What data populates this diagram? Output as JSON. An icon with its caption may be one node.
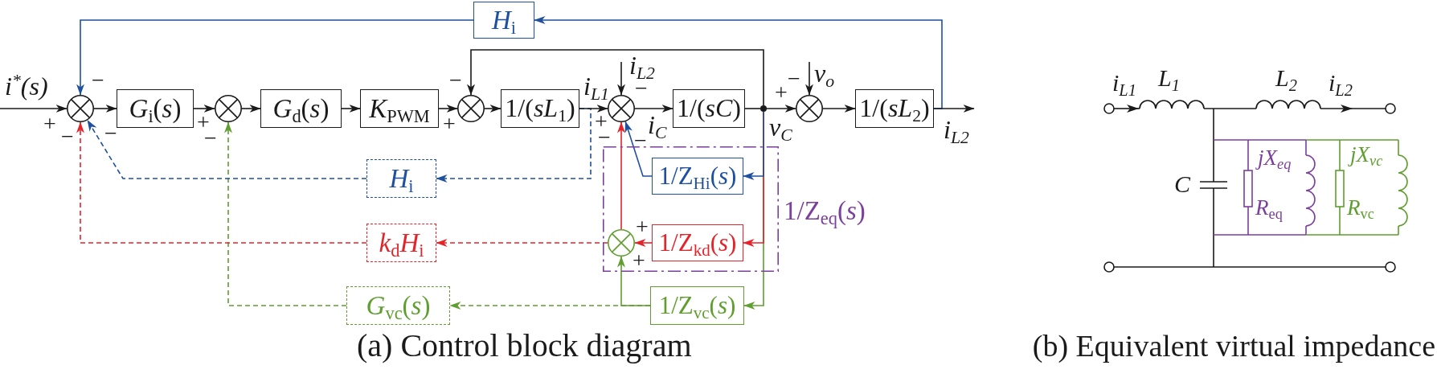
{
  "diagram": {
    "nodes": [
      {
        "text": [
          "*H*$_{i}$"
        ]
      },
      {
        "text": [],
        "shape": "circle",
        "beside": [
          "−",
          "+",
          "−",
          "−"
        ]
      },
      {
        "text": [
          "*G*$_{i}$(*s*)"
        ]
      },
      {
        "text": [],
        "shape": "circle",
        "beside": [
          "+",
          "−"
        ]
      },
      {
        "text": [
          "*G*$_{d}$(*s*)"
        ]
      },
      {
        "text": [
          "*K*$_{PWM}$"
        ]
      },
      {
        "text": [],
        "shape": "circle",
        "beside": [
          "−",
          "+"
        ]
      },
      {
        "text": [
          "1/(*sL*$_{1}$)"
        ]
      },
      {
        "text": [],
        "shape": "circle",
        "beside": [
          "−",
          "+",
          "−",
          "−"
        ]
      },
      {
        "text": [
          "1/(*sC*)"
        ]
      },
      {
        "text": [],
        "shape": "dot"
      },
      {
        "text": [],
        "shape": "circle",
        "beside": [
          "+",
          "−"
        ]
      },
      {
        "text": [
          "1/(*sL*$_{2}$)"
        ]
      },
      {
        "text": [
          "*H*$_{i}$"
        ]
      },
      {
        "text": [
          "1/Z$_{eq}$(*s*)"
        ]
      },
      {
        "text": [
          "1/Z$_{Hi}$(*s*)"
        ],
        "in": 14
      },
      {
        "text": [
          "*k*$_{d}$*H*$_{i}$"
        ]
      },
      {
        "text": [],
        "shape": "circle",
        "in": 14,
        "beside": [
          "+",
          "+"
        ]
      },
      {
        "text": [
          "1/Z$_{kd}$(*s*)"
        ],
        "in": 14
      },
      {
        "text": [
          "*G*$_{vc}$(*s*)"
        ]
      },
      {
        "text": [
          "1/Z$_{vc}$(*s*)"
        ]
      }
    ],
    "edges": [
      {
        "from": null,
        "to": 1,
        "arrow": "to",
        "label": "i$^{*}$(s)"
      },
      {
        "from": 0,
        "to": 1,
        "arrow": "to",
        "color": "#1f4f9f"
      },
      {
        "from": 1,
        "to": 2,
        "arrow": "to"
      },
      {
        "from": 2,
        "to": 3,
        "arrow": "to"
      },
      {
        "from": 3,
        "to": 4,
        "arrow": "to"
      },
      {
        "from": 4,
        "to": 5,
        "arrow": "to"
      },
      {
        "from": 5,
        "to": 6,
        "arrow": "to"
      },
      {
        "from": 6,
        "to": 7,
        "arrow": "to"
      },
      {
        "from": 7,
        "to": 8,
        "arrow": "to",
        "label": "i$_{L1}$"
      },
      {
        "from": 7,
        "to": 13,
        "arrow": "to",
        "style": "dashed",
        "color": "#1f4f9f"
      },
      {
        "from": null,
        "to": 8,
        "arrow": "to",
        "label": "i$_{L2}$"
      },
      {
        "from": 8,
        "to": 9,
        "arrow": "to",
        "label": "i$_{C}$"
      },
      {
        "from": 9,
        "to": 10,
        "arrow": "none"
      },
      {
        "from": 10,
        "to": 11,
        "arrow": "to",
        "label": "v$_{C}$"
      },
      {
        "from": 10,
        "to": 6,
        "arrow": "to"
      },
      {
        "from": 10,
        "to": 15,
        "arrow": "to",
        "color": "#1f4f9f"
      },
      {
        "from": 10,
        "to": 18,
        "arrow": "to",
        "color": "#e3242b"
      },
      {
        "from": 10,
        "to": 20,
        "arrow": "to",
        "color": "#5f9e2f"
      },
      {
        "from": null,
        "to": 11,
        "arrow": "to",
        "label": "v$_{o}$"
      },
      {
        "from": 11,
        "to": 12,
        "arrow": "to"
      },
      {
        "from": 12,
        "to": null,
        "arrow": "to",
        "label": "i$_{L2}$"
      },
      {
        "from": 12,
        "to": 0,
        "arrow": "to",
        "color": "#1f4f9f"
      },
      {
        "from": 13,
        "to": 1,
        "arrow": "to",
        "style": "dashed",
        "color": "#1f4f9f"
      },
      {
        "from": 15,
        "to": 8,
        "arrow": "to",
        "color": "#1f4f9f"
      },
      {
        "from": 18,
        "to": 17,
        "arrow": "to",
        "color": "#e3242b"
      },
      {
        "from": 17,
        "to": 8,
        "arrow": "to",
        "color": "#e3242b"
      },
      {
        "from": 17,
        "to": 16,
        "arrow": "to",
        "style": "dashed",
        "color": "#e3242b"
      },
      {
        "from": 16,
        "to": 1,
        "arrow": "to",
        "style": "dashed",
        "color": "#e3242b"
      },
      {
        "from": 20,
        "to": 17,
        "arrow": "to",
        "color": "#5f9e2f"
      },
      {
        "from": 20,
        "to": 19,
        "arrow": "to",
        "style": "dashed",
        "color": "#5f9e2f"
      },
      {
        "from": 19,
        "to": 3,
        "arrow": "to",
        "style": "dashed",
        "color": "#5f9e2f"
      }
    ],
    "labels": [
      "i$_{L1}$",
      "L$_{1}$",
      "L$_{2}$",
      "i$_{L2}$",
      "C",
      "jX$_{eq}$",
      "*R*$_{eq}$",
      "jX$_{vc}$",
      "*R*$_{vc}$",
      "(a) Control block diagram",
      "(b) Equivalent virtual impedance"
    ]
  }
}
